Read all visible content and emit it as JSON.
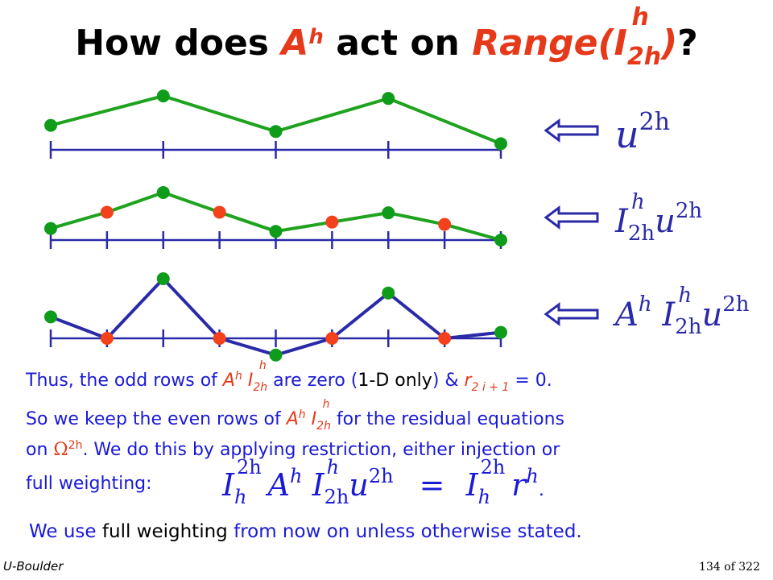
{
  "title": {
    "prefix": "How does ",
    "op": "A",
    "op_sup": "h",
    "mid": " act on ",
    "range_word": "Range",
    "open_paren": "(",
    "I": "I",
    "I_sup": "h",
    "I_sub": "2h",
    "close_paren": ")",
    "qmark": "?"
  },
  "row_labels": {
    "row1": {
      "base": "u",
      "sup": "2h"
    },
    "row2": {
      "I": "I",
      "I_sup": "h",
      "I_sub": "2h",
      "u": "u",
      "u_sup": "2h"
    },
    "row3": {
      "A": "A",
      "A_sup": "h",
      "I": "I",
      "I_sup": "h",
      "I_sub": "2h",
      "u": "u",
      "u_sup": "2h"
    }
  },
  "text": {
    "line1": {
      "a": "Thus, the odd rows of ",
      "A": "A",
      "A_sup": "h",
      "I": "I",
      "I_sup": "h",
      "I_sub": "2h",
      "b": "are zero (",
      "c": "1-D only",
      "d": ") &  ",
      "r": "r",
      "r_sub": "2 i + 1",
      "e": " = 0."
    },
    "line2": {
      "a": "So we keep the even rows of ",
      "A": "A",
      "A_sup": "h",
      "I": "I",
      "I_sup": "h",
      "I_sub": "2h",
      "b": "for the residual equations"
    },
    "line3": {
      "a": "on ",
      "omega": "Ω",
      "omega_sup": "2h",
      "b": ". We do this by applying restriction, either injection or"
    },
    "line4": {
      "a": "full weighting:",
      "eq": {
        "I1": "I",
        "I1_sup": "2h",
        "I1_sub": "h",
        "A": "A",
        "A_sup": "h",
        "I2": "I",
        "I2_sup": "h",
        "I2_sub": "2h",
        "u": "u",
        "u_sup": "2h",
        "equals": "=",
        "I3": "I",
        "I3_sup": "2h",
        "I3_sub": "h",
        "r": "r",
        "r_sup": "h",
        "dot": "."
      }
    },
    "line5": {
      "a": "We use ",
      "b": "full weighting",
      "c": " from now on unless otherwise stated."
    }
  },
  "footer": {
    "left": "U-Boulder",
    "right": "134 of 322"
  },
  "colors": {
    "green": "#1fa31f",
    "green_dot": "#0e9c1a",
    "red_dot": "#f2411b",
    "axis": "#2a2aa8",
    "blue_line": "#2a2aa8",
    "text_blue": "#1a1ad6",
    "title_red": "#e6391a"
  },
  "diagrams": {
    "coarse": {
      "values": [
        0.4,
        0.88,
        0.3,
        0.84,
        0.1
      ],
      "types": [
        "g",
        "g",
        "g",
        "g",
        "g"
      ]
    },
    "interp": {
      "values": [
        0.2,
        0.48,
        0.82,
        0.48,
        0.15,
        0.31,
        0.47,
        0.27,
        0.0
      ],
      "types": [
        "g",
        "r",
        "g",
        "r",
        "g",
        "r",
        "g",
        "r",
        "g"
      ]
    },
    "applied": {
      "values": [
        0.36,
        0.0,
        1.0,
        0.0,
        -0.28,
        0.0,
        0.76,
        0.0,
        0.1
      ],
      "types": [
        "g",
        "r",
        "g",
        "r",
        "g",
        "r",
        "g",
        "r",
        "g"
      ]
    }
  },
  "icons": {
    "arrow": "double-left-arrow-icon"
  }
}
